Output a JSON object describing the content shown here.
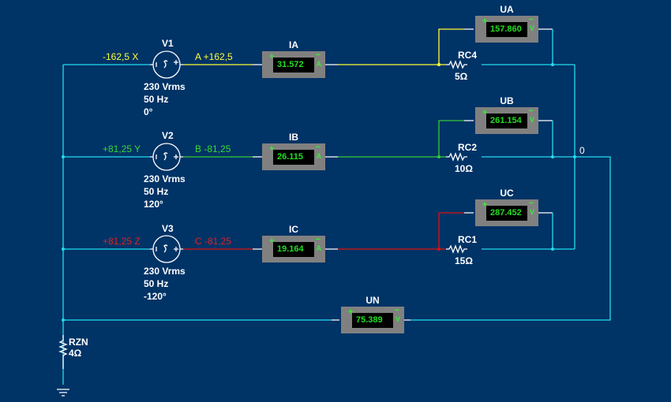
{
  "colors": {
    "background": "#003366",
    "wire_neutral": "#22ddee",
    "phase_a": "#ffff33",
    "phase_b": "#33cc33",
    "phase_c": "#dd1111",
    "meter_body": "#808080",
    "meter_text": "#22dd22"
  },
  "sources": [
    {
      "name": "V1",
      "voltage": "230 Vrms",
      "freq": "50 Hz",
      "phase": "0°",
      "left_label": "-162,5 X",
      "right_label": "A +162,5"
    },
    {
      "name": "V2",
      "voltage": "230 Vrms",
      "freq": "50 Hz",
      "phase": "120°",
      "left_label": "+81,25 Y",
      "right_label": "B -81,25"
    },
    {
      "name": "V3",
      "voltage": "230 Vrms",
      "freq": "50 Hz",
      "phase": "-120°",
      "left_label": "+81,25 Z",
      "right_label": "C -81,25"
    }
  ],
  "ammeters": [
    {
      "name": "IA",
      "value": "31.572",
      "unit": "A"
    },
    {
      "name": "IB",
      "value": "26.115",
      "unit": "A"
    },
    {
      "name": "IC",
      "value": "19.164",
      "unit": "A"
    }
  ],
  "voltmeters": [
    {
      "name": "UA",
      "value": "157.860",
      "unit": "V"
    },
    {
      "name": "UB",
      "value": "261.154",
      "unit": "V"
    },
    {
      "name": "UC",
      "value": "287.452",
      "unit": "V"
    },
    {
      "name": "UN",
      "value": "75.389",
      "unit": "V"
    }
  ],
  "resistors": [
    {
      "name": "RC4",
      "value": "5Ω"
    },
    {
      "name": "RC2",
      "value": "10Ω"
    },
    {
      "name": "RC1",
      "value": "15Ω"
    },
    {
      "name": "RZN",
      "value": "4Ω"
    }
  ],
  "node_label": "0",
  "meter_signs": {
    "plus": "+",
    "minus": "−"
  }
}
